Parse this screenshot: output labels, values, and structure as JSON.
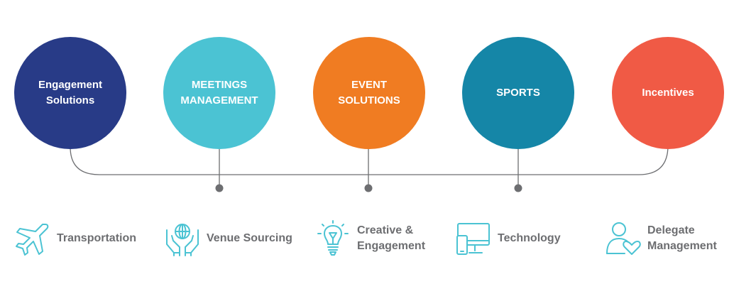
{
  "colors": {
    "engagement": "#283b87",
    "meetings": "#4bc3d3",
    "event": "#f07c22",
    "sports": "#1586a7",
    "incentives": "#f05a45",
    "connector": "#6d6e71",
    "icon": "#4bc3d3",
    "label": "#6d6e71"
  },
  "categories": [
    {
      "line1": "Engagement",
      "line2": "Solutions"
    },
    {
      "line1": "MEETINGS",
      "line2": "MANAGEMENT"
    },
    {
      "line1": "EVENT",
      "line2": "SOLUTIONS"
    },
    {
      "line1": "SPORTS",
      "line2": ""
    },
    {
      "line1": "Incentives",
      "line2": ""
    }
  ],
  "services": [
    {
      "icon": "airplane-icon",
      "line1": "Transportation",
      "line2": ""
    },
    {
      "icon": "hands-globe-icon",
      "line1": "Venue Sourcing",
      "line2": ""
    },
    {
      "icon": "lightbulb-icon",
      "line1": "Creative &",
      "line2": "Engagement"
    },
    {
      "icon": "devices-icon",
      "line1": "Technology",
      "line2": ""
    },
    {
      "icon": "person-heart-icon",
      "line1": "Delegate",
      "line2": "Management"
    }
  ]
}
